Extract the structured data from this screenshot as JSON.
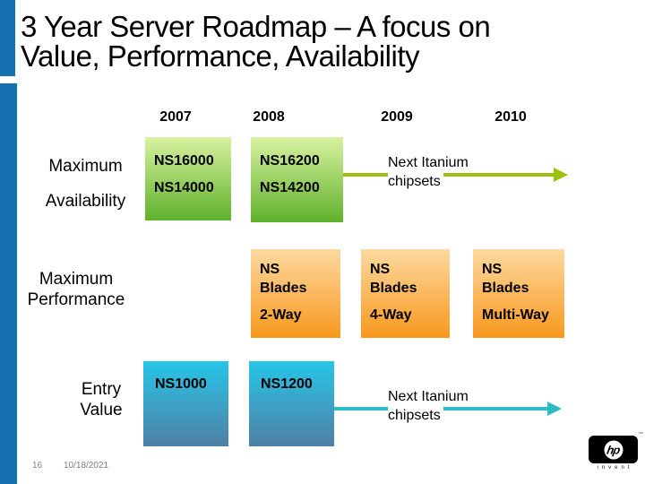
{
  "slide": {
    "title_line1": "3 Year Server Roadmap – A focus on",
    "title_line2": "Value, Performance, Availability",
    "years": [
      "2007",
      "2008",
      "2009",
      "2010"
    ],
    "availability": {
      "label_line1": "Maximum",
      "label_line2": "Availability",
      "box1": {
        "line1": "NS16000",
        "line2": "NS14000"
      },
      "box2": {
        "line1": "NS16200",
        "line2": "NS14200"
      },
      "annotation_line1": "Next Itanium",
      "annotation_line2": "chipsets"
    },
    "performance": {
      "label_line1": "Maximum",
      "label_line2": "Performance",
      "box1": {
        "line1": "NS",
        "line2": "Blades",
        "line3": "2-Way"
      },
      "box2": {
        "line1": "NS",
        "line2": "Blades",
        "line3": "4-Way"
      },
      "box3": {
        "line1": "NS",
        "line2": "Blades",
        "line3": "Multi-Way"
      }
    },
    "entry": {
      "label_line1": "Entry",
      "label_line2": "Value",
      "box1": {
        "line1": "NS1000"
      },
      "box2": {
        "line1": "NS1200"
      },
      "annotation_line1": "Next Itanium",
      "annotation_line2": "chipsets"
    },
    "footer": {
      "page_number": "16",
      "date": "10/18/2021"
    },
    "logo": {
      "brand": "hp",
      "tagline": "invent",
      "trademark": "™"
    }
  },
  "colors": {
    "sidebar_blue": "#1470b0",
    "green_top": "#d8f2a0",
    "green_bottom": "#5fb12b",
    "orange_top": "#fdd9a0",
    "orange_bottom": "#f8981d",
    "cyan_top": "#27c6e8",
    "cyan_bottom": "#4f7fa4",
    "green_arrow": "#9cc00e",
    "cyan_arrow": "#2eb8c8",
    "footer_gray": "#808080"
  }
}
